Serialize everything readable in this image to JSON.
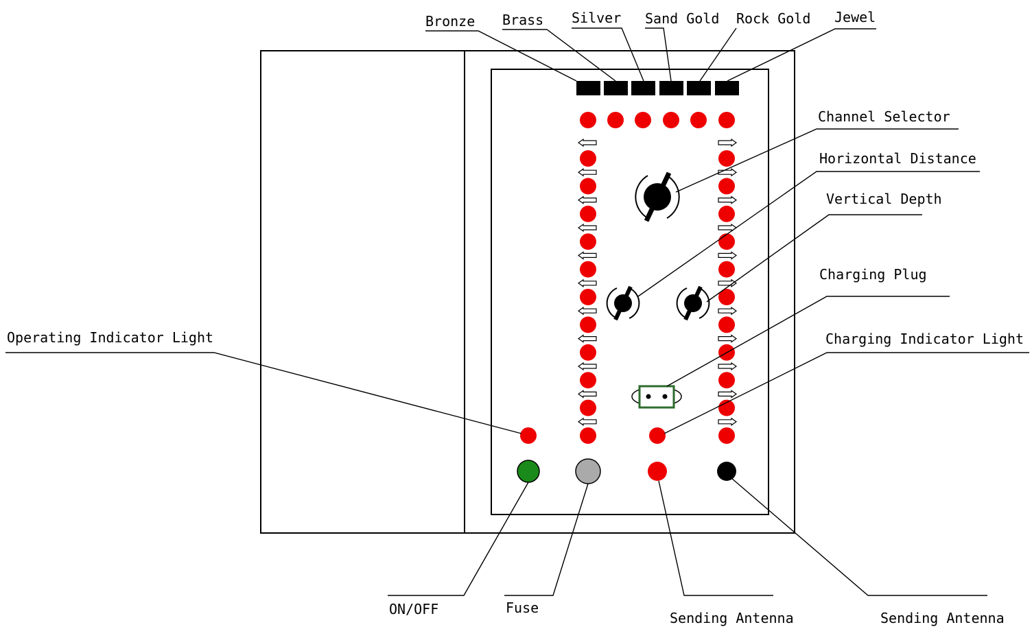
{
  "labels": {
    "bronze": "Bronze",
    "brass": "Brass",
    "silver": "Silver",
    "sand_gold": "Sand Gold",
    "rock_gold": "Rock Gold",
    "jewel": "Jewel",
    "channel_selector": "Channel Selector",
    "horizontal_distance": "Horizontal Distance",
    "vertical_depth": "Vertical Depth",
    "charging_plug": "Charging Plug",
    "charging_indicator_light": "Charging Indicator Light",
    "operating_indicator_light": "Operating Indicator Light",
    "on_off": "ON/OFF",
    "fuse": "Fuse",
    "sending_antenna_1": "Sending Antenna",
    "sending_antenna_2": "Sending Antenna"
  },
  "colors": {
    "led_red": "#ee0000",
    "power_green": "#1a8a1a",
    "fuse_gray": "#aaaaaa",
    "antenna_black": "#000000",
    "plug_green": "#2e6b2e"
  },
  "led_column_count": 11
}
